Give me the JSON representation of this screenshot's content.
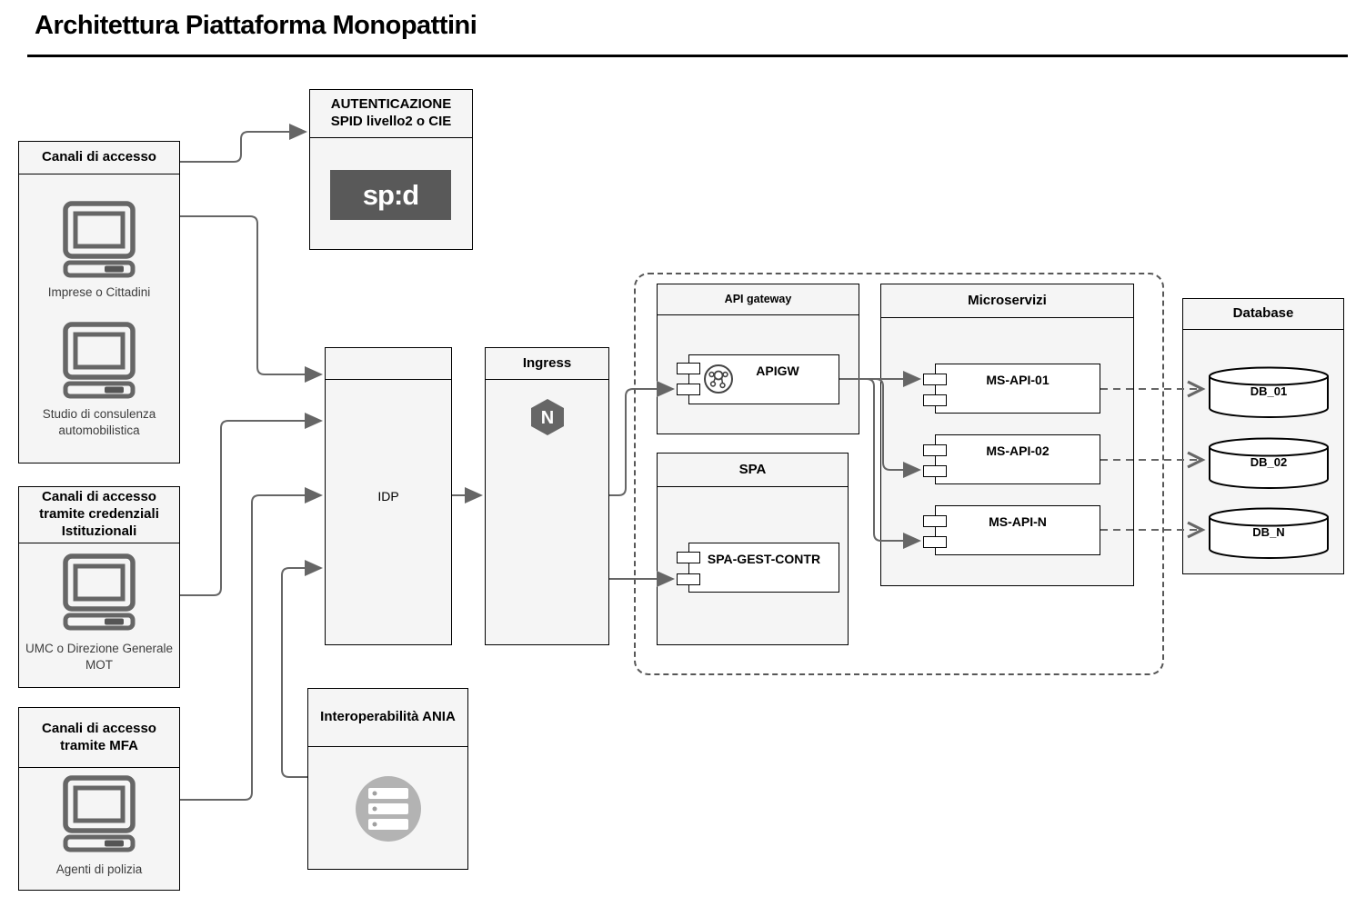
{
  "title": "Architettura Piattaforma Monopattini",
  "colors": {
    "box_fill": "#f5f5f5",
    "component_fill": "#ffffff",
    "connector": "#666666",
    "spid_logo_bg": "#595959",
    "ania_icon_gray": "#b3b3b3",
    "nginx_hex_gray": "#666666"
  },
  "access_channels": [
    {
      "title": "Canali di accesso",
      "devices": [
        {
          "label": "Imprese o Cittadini"
        },
        {
          "label": "Studio di consulenza automobilistica"
        }
      ]
    },
    {
      "title": "Canali di accesso tramite credenziali Istituzionali",
      "devices": [
        {
          "label": "UMC o Direzione Generale MOT"
        }
      ]
    },
    {
      "title": "Canali di accesso tramite MFA",
      "devices": [
        {
          "label": "Agenti di polizia"
        }
      ]
    }
  ],
  "auth": {
    "title": "AUTENTICAZIONE SPID livello2 o CIE",
    "logo_text": "sp:d"
  },
  "idp": {
    "label": "IDP"
  },
  "ingress": {
    "title": "Ingress",
    "logo_letter": "N"
  },
  "interoperability": {
    "title": "Interoperabilità ANIA"
  },
  "api_gateway": {
    "title": "API gateway",
    "component": "APIGW"
  },
  "spa": {
    "title": "SPA",
    "component": "SPA-GEST-CONTR"
  },
  "microservices": {
    "title": "Microservizi",
    "components": [
      "MS-API-01",
      "MS-API-02",
      "MS-API-N"
    ]
  },
  "databases": {
    "title": "Database",
    "items": [
      "DB_01",
      "DB_02",
      "DB_N"
    ]
  }
}
